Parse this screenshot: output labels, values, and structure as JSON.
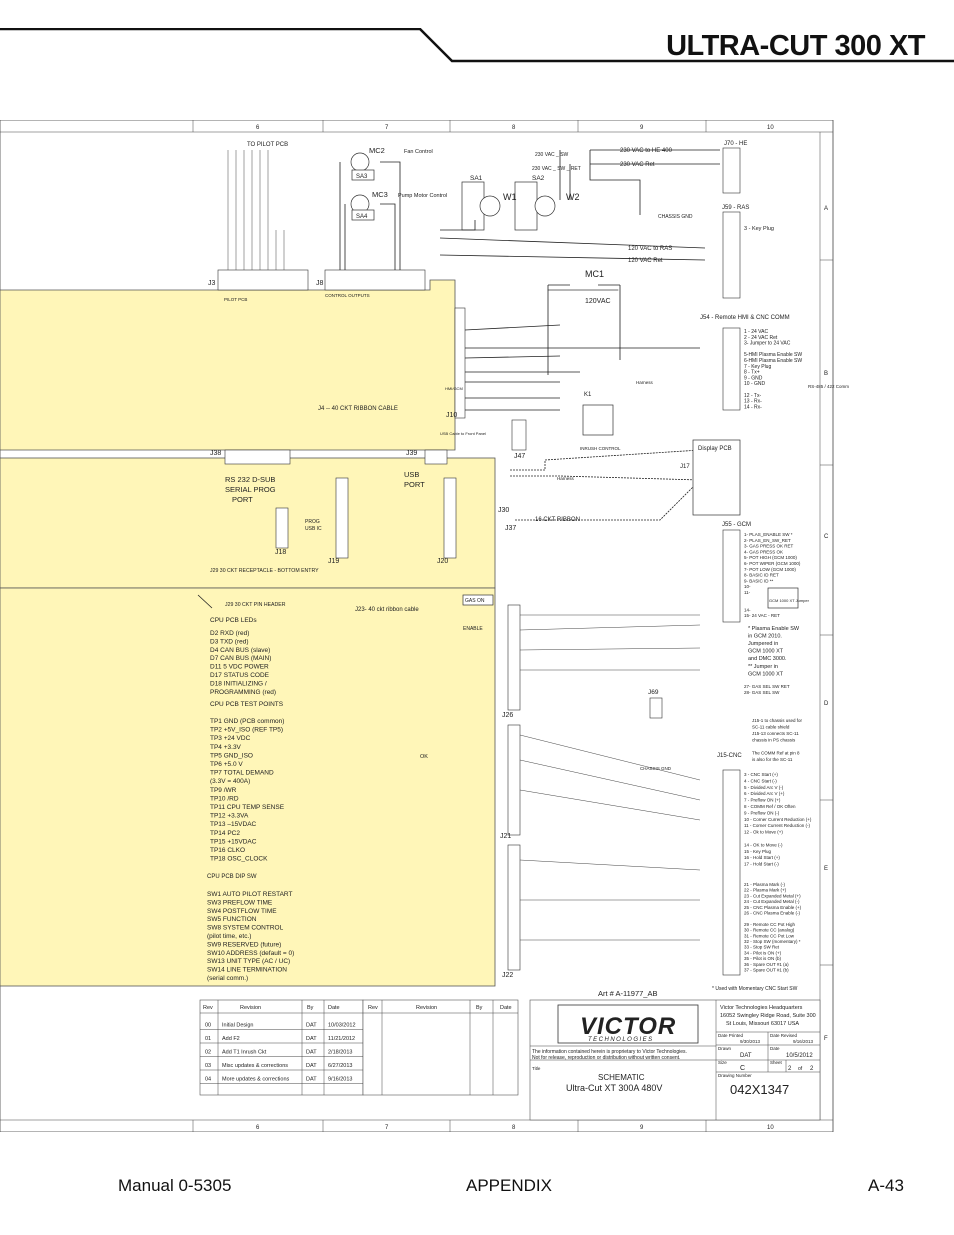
{
  "header": {
    "title": "ULTRA-CUT 300 XT"
  },
  "footer": {
    "manual": "Manual 0-5305",
    "section": "APPENDIX",
    "page": "A-43"
  },
  "grid": {
    "columns": [
      "6",
      "7",
      "8",
      "9",
      "10"
    ],
    "rows": [
      "A",
      "B",
      "C",
      "D",
      "E",
      "F"
    ]
  },
  "labels": {
    "to_pilot_pcb": "TO PILOT PCB",
    "mc2": "MC2",
    "fan_control": "Fan Control",
    "mc3": "MC3",
    "pump_motor": "Pump Motor Control",
    "sa3": "SA3",
    "sa4": "SA4",
    "sa1": "SA1",
    "sa2": "SA2",
    "w1": "W1",
    "w2": "W2",
    "mc1": "MC1",
    "v120vac": "120VAC",
    "w230_sw": "230 VAC _ SW",
    "w230_sw_ret": "230 VAC _ SW _ RET",
    "w230_he400": "230 VAC to HE 400",
    "w230_ret": "230 VAC Ret",
    "w120_ras": "120 VAC to RAS",
    "w120_ret": "120 VAC Ret",
    "chassis_gnd": "CHASSIS GND",
    "j3": "J3",
    "j8": "J8",
    "j10": "J10",
    "j38": "J38",
    "j39": "J39",
    "j47": "J47",
    "j18": "J18",
    "j19": "J19",
    "j20": "J20",
    "j30": "J30",
    "j37": "J37",
    "j17": "J17",
    "j26": "J26",
    "j21": "J21",
    "j22": "J22",
    "j69": "J69",
    "j70": "J70 - HE",
    "j59": "J59 - RAS",
    "key_plug": "3 - Key Plug",
    "j54": "J54 - Remote HMI & CNC COMM",
    "j55": "J55 - GCM",
    "j15": "J15-CNC",
    "j4_ribbon": "J4 -- 40 CKT RIBBON CABLE",
    "rs232": "RS 232  D-SUB",
    "serial_prog": "SERIAL PROG",
    "port": "PORT",
    "usb_port": "USB",
    "usb_port2": "PORT",
    "prog_usb": "PROG",
    "prog_usb2": "USB IC",
    "ckt16": "16 CKT RIBBON",
    "j29_receptacle": "J29   30 CKT RECEPTACLE - BOTTOM ENTRY",
    "j29_header": "J29    30 CKT PIN HEADER",
    "j23": "J23- 40 ckt ribbon cable",
    "display_pcb": "Display  PCB",
    "gas_on": "GAS ON",
    "enable": "ENABLE",
    "ok": "OK",
    "pilot_pcb": "PILOT PCB",
    "control_outputs": "CONTROL OUTPUTS",
    "inrush": "INRUSH CONTROL",
    "k1": "K1",
    "hmi_gcm": "HMI/GCM",
    "usb_front": "USB Cable to Front Panel",
    "harness": "Harness",
    "cpu_leds": "CPU PCB  LEDs",
    "leds": [
      "D2     RXD (red)",
      "D3     TXD (red)",
      "D4     CAN BUS (slave)",
      "D7     CAN BUS (MAIN)",
      "D11   5 VDC  POWER",
      "D17   STATUS CODE",
      "D18   INITIALIZING /",
      "           PROGRAMMING  (red)"
    ],
    "cpu_tp": "CPU PCB  TEST POINTS",
    "tps": [
      "TP1   GND  (PCB  common)",
      "TP2   +5V_ISO (REF TP5)",
      "TP3   +24 VDC",
      "TP4   +3.3V",
      "TP5   GND_ISO",
      "TP6   +5.0 V",
      "TP7   TOTAL  DEMAND",
      "           (3.3V = 400A)",
      "TP9   /WR",
      "TP10   /RD",
      "TP11   CPU  TEMP  SENSE",
      "TP12   +3.3VA",
      "TP13   –15VDAC",
      "TP14   PC2",
      "TP15   +15VDAC",
      "TP16   CLKO",
      "TP18   OSC_CLOCK"
    ],
    "cpu_dip": "CPU  PCB  DIP  SW",
    "dips": [
      "SW1     AUTO PILOT RESTART",
      "SW3     PREFLOW TIME",
      "SW4     POSTFLOW TIME",
      "SW5     FUNCTION",
      "SW8     SYSTEM CONTROL",
      "              (pilot  time, etc.)",
      "SW9      RESERVED (future)",
      "SW10    ADDRESS (default = 0)",
      "SW13    UNIT  TYPE (AC / UC)",
      "SW14    LINE TERMINATION",
      "              (serial comm.)"
    ],
    "j54_pins": [
      "1 - 24 VAC",
      "2 - 24 VAC Ret",
      "3- Jumper to 24 VAC",
      "",
      "5-HMI Plasma Enable SW",
      "6-HMI Plasma Enable SW",
      "7 - Key Plug",
      "8 - Tx+",
      "9 - GND",
      "10 - GND",
      "",
      "12 - Tx-",
      "13 - Rx-",
      "14 - Rx-"
    ],
    "j55_pins": [
      "1- PLAS_ENABLE SW *",
      "2- PLAS_EN_SW_RET",
      "3- GAS PRESS OK RET",
      "4- GAS PRESS OK",
      "5- POT HIGH (GCM 1000)",
      "6- POT WIPER (GCM 1000)",
      "7- POT LOW (GCM 1000)",
      "8- BASIC ID RET",
      "9- BASIC ID **",
      "10-",
      "11-",
      "",
      "",
      "14-",
      "15- 24 VAC - RET"
    ],
    "j15_pins": [
      "3 - CNC Start (+)",
      "4 - CNC Start (-)",
      "5 - Divided Arc V (-)",
      "6 - Divided Arc V (+)",
      "7 - Preflow ON (+)",
      "8 - COMM Ref / OK Often",
      "9 - Preflow ON (-)",
      "10 - Corner Current Reduction (+)",
      "11 - Corner Current Reduction (-)",
      "12 - Ok to Move (+)",
      "",
      "14 - OK to Move (-)",
      "15 - Key Plug",
      "16 - Hold Start (+)",
      "17 - Hold Start (-)"
    ],
    "j15_pins2": [
      "21 - Plasma Mark (-)",
      "22 - Plasma Mark (+)",
      "23 - Cut Expanded Metal (+)",
      "24 - Cut Expanded Metal (-)",
      "25 - CNC Plasma Enable (+)",
      "26 - CNC Plasma Enable (-)",
      "",
      "29 - Remote CC Pot High",
      "30 - Remote CC (analog)",
      "31 - Remote CC Pot Low",
      "32 - Stop SW (momentary) *",
      "33 - Stop SW Ret",
      "34 - Pilot is ON (+)",
      "35 - Pilot is ON (b)",
      "36 - Spare OUT #1 (a)",
      "37 - Spare OUT #1 (b)"
    ],
    "plasma_note": [
      "* Plasma Enable SW",
      "   in GCM 2010.",
      "   Jumpered in",
      "   GCM 1000 XT",
      "   and  DMC 3000."
    ],
    "jumper_note": [
      "**  Jumper in",
      "     GCM 1000 XT"
    ],
    "gcm_jumper": "GCM 1000 XT Jumper",
    "gas_sel": [
      "27- GAS SEL SW RET",
      "28- GAS SEL SW"
    ],
    "j15_note": [
      "J15-1 to chassis used for",
      "SC-11 cable shield",
      "J15-13 connects SC-11",
      "chassis in PS chassis",
      "",
      "The COMM Ref at pin 8",
      "is also for the SC-11"
    ],
    "momentary": "* Used with Momentary CNC Start SW",
    "art": "Art # A-11977_AB",
    "rs485": "RS-485 / 422 Comm"
  },
  "revisions": {
    "headers": [
      "Rev",
      "Revision",
      "By",
      "Date"
    ],
    "rows": [
      [
        "00",
        "Initial Design",
        "DAT",
        "10/03/2012"
      ],
      [
        "01",
        "Add F2",
        "DAT",
        "11/21/2012"
      ],
      [
        "02",
        "Add T1 Inrush Ckt",
        "DAT",
        "2/18/2013"
      ],
      [
        "03",
        "Misc updates & corrections",
        "DAT",
        "6/27/2013"
      ],
      [
        "04",
        "More updates & corrections",
        "DAT",
        "9/16/2013"
      ]
    ]
  },
  "title_block": {
    "brand": "VICTOR",
    "brand_sub": "TECHNOLOGIES",
    "hq": "Victor Technologies Headquarters",
    "address1": "16052 Swingley Ridge Road, Suite 300",
    "address2": "St Louis, Missouri 63017 USA",
    "date_printed_lbl": "Date Printed",
    "date_printed": "9/30/2013",
    "date_revised_lbl": "Date Revised",
    "date_revised": "9/16/2013",
    "drawn_lbl": "Drawn",
    "drawn": "DAT",
    "date_lbl": "Date",
    "date": "10/5/2012",
    "size_lbl": "Size",
    "size": "C",
    "sheet_lbl": "Sheet",
    "sheet": "2",
    "of": "of",
    "sheets": "2",
    "prop1": "The information contained herein is proprietary to Victor Technologies.",
    "prop2": "Not for release, reproduction or distribution without written consent.",
    "title_lbl": "Title",
    "title1": "SCHEMATIC",
    "title2": "Ultra-Cut XT  300A  480V",
    "drawing_number_lbl": "Drawing Number",
    "drawing_number": "042X1347"
  }
}
